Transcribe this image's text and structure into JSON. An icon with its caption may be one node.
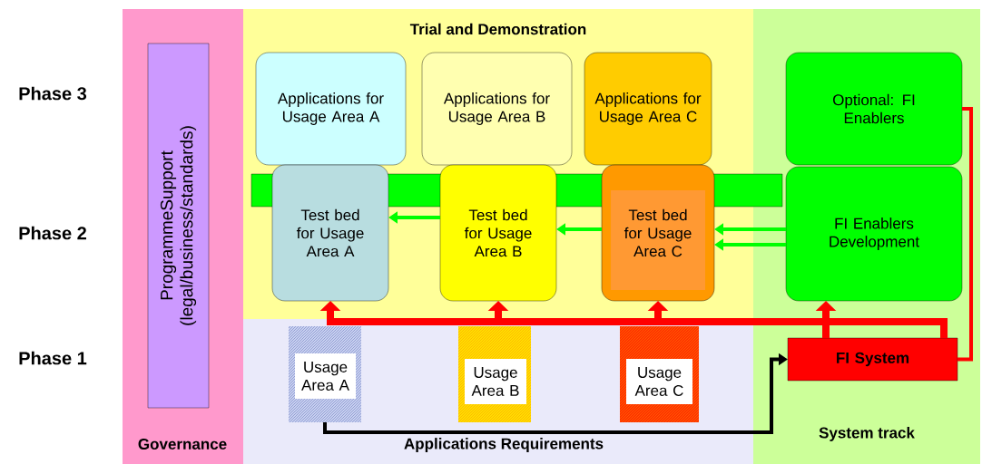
{
  "diagram": {
    "nodes": [
      {
        "text": [
          "Governance"
        ]
      },
      {
        "text": [
          "ProgrammeSupport (legal/business/standards)"
        ],
        "in": 0
      },
      {
        "text": [
          "Trial and Demonstration"
        ]
      },
      {
        "text": [
          "Applications for Usage Area A"
        ],
        "in": 2
      },
      {
        "text": [
          "Applications for Usage Area B"
        ],
        "in": 2
      },
      {
        "text": [
          "Applications for Usage Area C"
        ],
        "in": 2
      },
      {
        "text": [
          "Test bed for Usage Area A"
        ],
        "in": 2
      },
      {
        "text": [
          "Test bed for Usage Area B"
        ],
        "in": 2
      },
      {
        "text": [
          "Test bed for Usage Area C"
        ],
        "in": 2
      },
      {
        "text": [
          "Applications Requirements"
        ]
      },
      {
        "text": [
          "Usage Area A"
        ],
        "in": 9
      },
      {
        "text": [
          "Usage Area B"
        ],
        "in": 9
      },
      {
        "text": [
          "Usage Area C"
        ],
        "in": 9
      },
      {
        "text": [
          "System track"
        ]
      },
      {
        "text": [
          "Optional: FI Enablers"
        ],
        "in": 13
      },
      {
        "text": [
          "FI Enablers Development"
        ],
        "in": 13
      },
      {
        "text": [
          "FI System"
        ],
        "in": 13
      },
      {
        "text": [],
        "shape": "bar"
      }
    ],
    "edges": [
      {
        "from": 7,
        "to": 6,
        "arrow": "to",
        "color": "#00ff00"
      },
      {
        "from": 8,
        "to": 7,
        "arrow": "to",
        "color": "#00ff00"
      },
      {
        "from": 15,
        "to": 8,
        "arrow": "to",
        "color": "#00ff00"
      },
      {
        "from": 15,
        "to": 8,
        "arrow": "to",
        "color": "#00ff00"
      },
      {
        "from": 10,
        "to": 16,
        "arrow": "to",
        "color": "#000000"
      },
      {
        "from": 16,
        "to": 6,
        "arrow": "to",
        "style": "thick",
        "color": "#ff0000"
      },
      {
        "from": 16,
        "to": 7,
        "arrow": "to",
        "style": "thick",
        "color": "#ff0000"
      },
      {
        "from": 16,
        "to": 8,
        "arrow": "to",
        "style": "thick",
        "color": "#ff0000"
      },
      {
        "from": 16,
        "to": 15,
        "arrow": "to",
        "style": "thick",
        "color": "#ff0000"
      },
      {
        "from": 16,
        "to": 14,
        "arrow": "none",
        "color": "#ff0000"
      }
    ],
    "labels": [
      "Phase 3",
      "Phase 2",
      "Phase 1"
    ]
  }
}
